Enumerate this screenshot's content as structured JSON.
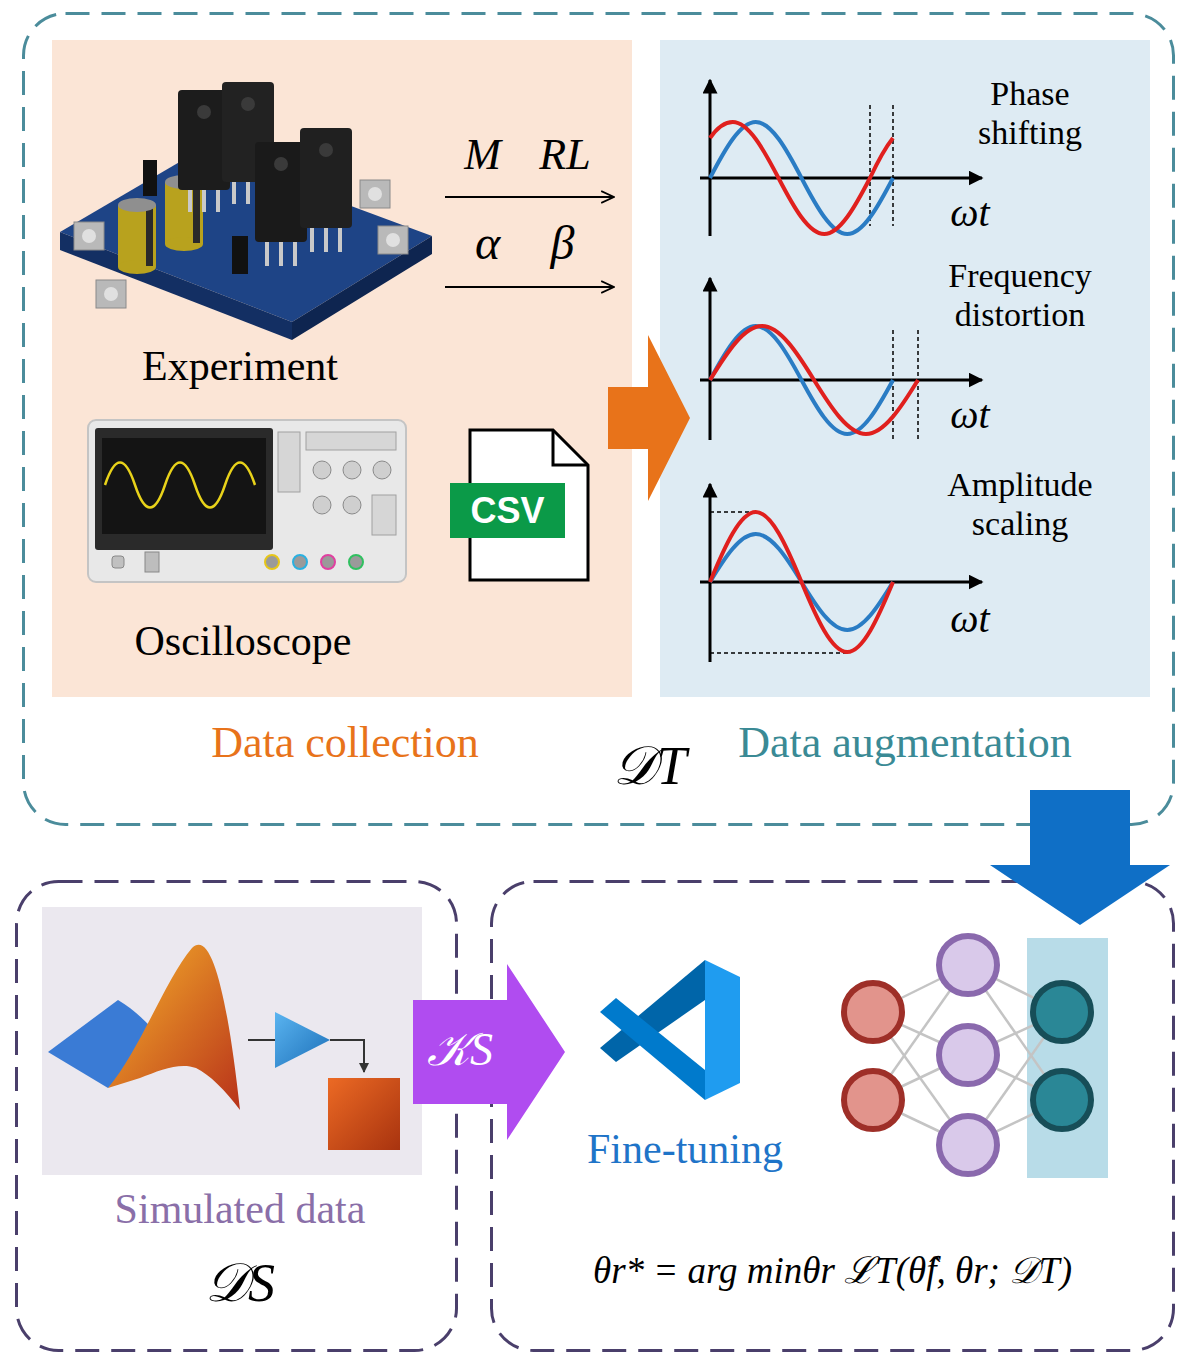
{
  "diagram": {
    "nodes": [
      {
        "text": [
          "𝒟T"
        ]
      },
      {
        "text": [
          "Experiment",
          "Oscilloscope",
          "Data collection"
        ],
        "in": 0
      },
      {
        "text": [
          "CSV"
        ],
        "in": 1
      },
      {
        "text": [
          "Data augmentation"
        ],
        "in": 0
      },
      {
        "text": [
          "Simulated data",
          "𝒟S"
        ]
      },
      {
        "text": [
          "Fine-tuning",
          "θr* = arg minθr ℒT(θ̂f, θr; 𝒟T)"
        ]
      }
    ],
    "edges": [
      {
        "from": 1,
        "to": 3,
        "arrow": "to"
      },
      {
        "from": 4,
        "to": 5,
        "arrow": "to",
        "label": "𝒦S"
      },
      {
        "from": 0,
        "to": 5,
        "arrow": "to"
      }
    ],
    "labels": [
      "M",
      "RL",
      "α",
      "β",
      "Phase shifting",
      "ωt",
      "Frequency distortion",
      "ωt",
      "Amplitude scaling",
      "ωt"
    ]
  }
}
